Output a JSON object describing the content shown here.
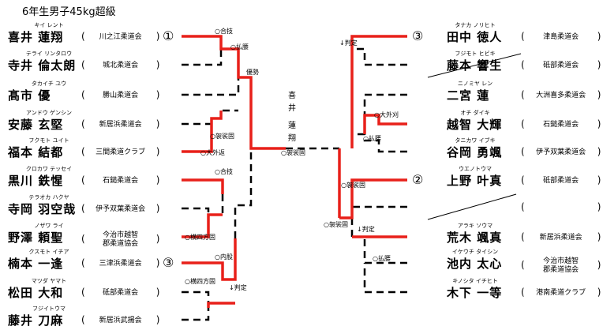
{
  "title": "6年生男子45kg超級",
  "left": [
    {
      "kana": "キイ レント",
      "name": "喜井 蓮翔",
      "club": "川之江柔道会",
      "mark": "①"
    },
    {
      "kana": "テライ リンタロウ",
      "name": "寺井 倫太朗",
      "club": "城北柔道会"
    },
    {
      "kana": "タカイチ ユウ",
      "name": "髙市 優",
      "club": "勝山柔道会"
    },
    {
      "kana": "アンドウ ゲンシン",
      "name": "安藤 玄堅",
      "club": "新居浜柔道会"
    },
    {
      "kana": "フクモト ユイト",
      "name": "福本 結都",
      "club": "三間柔道クラブ"
    },
    {
      "kana": "クロカワ テッセイ",
      "name": "黒川 鉄惺",
      "club": "石鎚柔道会"
    },
    {
      "kana": "テラオカ ハクヤ",
      "name": "寺岡 羽空哉",
      "club": "伊予双葉柔道会"
    },
    {
      "kana": "ノザワ ライ",
      "name": "野澤 頼聖",
      "club": "今治市越智\n郡柔道協会"
    },
    {
      "kana": "クスモト イチア",
      "name": "楠本 一逢",
      "club": "三津浜柔道会",
      "mark": "③"
    },
    {
      "kana": "マツダ ヤマト",
      "name": "松田 大和",
      "club": "砥部柔道会"
    },
    {
      "kana": "フジイトウマ",
      "name": "藤井 刀麻",
      "club": "新居浜武揚会"
    }
  ],
  "right": [
    {
      "kana": "タナカ ノリヒト",
      "name": "田中 徳人",
      "club": "津島柔道会",
      "mark": "③"
    },
    {
      "kana": "フジモト ヒビキ",
      "name": "藤本 響生",
      "club": "砥部柔道会"
    },
    {
      "kana": "ニノミヤ レン",
      "name": "二宮 蓮",
      "club": "大洲喜多柔道会"
    },
    {
      "kana": "オチ ダイキ",
      "name": "越智 大輝",
      "club": "石鎚柔道会"
    },
    {
      "kana": "タニカワ イブキ",
      "name": "谷岡 勇颯",
      "club": "伊予双葉柔道会"
    },
    {
      "kana": "ウエノトウマ",
      "name": "上野 叶真",
      "club": "砥部柔道会",
      "mark": "②"
    },
    {
      "kana": "",
      "name": "",
      "club": ""
    },
    {
      "kana": "アラキ ソウマ",
      "name": "荒木 颯真",
      "club": "新居浜柔道会"
    },
    {
      "kana": "イケウチ タイシン",
      "name": "池内 太心",
      "club": "今治市越智\n郡柔道協会"
    },
    {
      "kana": "キノシタ イチヒト",
      "name": "木下 一等",
      "club": "港南柔道クラブ"
    }
  ],
  "results": {
    "l_gouki": "合技",
    "l_barai": "払腰",
    "l_yusho": "優勢",
    "l_kesa": "袈裟固",
    "l_osoto": "大外返",
    "l_gouki2": "合技",
    "l_yoshi1": "横四方固",
    "l_uchimata": "内股",
    "l_yoshi2": "横四方固",
    "l_hantei": "判定",
    "c_kesa": "袈裟固",
    "r_hantei": "判定",
    "r_osoto": "大外刈",
    "r_barai": "払腰",
    "r_kesa1": "袈裟固",
    "r_kesa2": "袈裟固",
    "r_hantei2": "判定",
    "r_barai2": "払腰"
  },
  "champion": [
    "喜",
    "井",
    "蓮",
    "翔"
  ]
}
